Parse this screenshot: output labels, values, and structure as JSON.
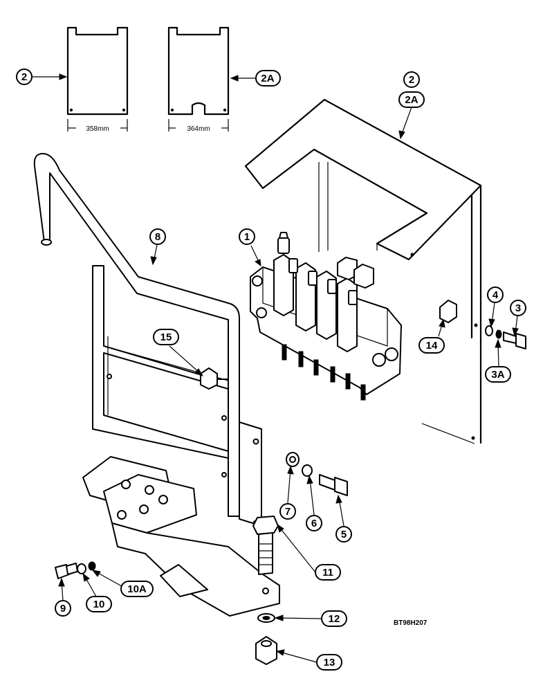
{
  "callouts": {
    "c1": "1",
    "c2_left": "2",
    "c2a_panel": "2A",
    "c2_top": "2",
    "c2a_top": "2A",
    "c3": "3",
    "c3a": "3A",
    "c4": "4",
    "c5": "5",
    "c6": "6",
    "c7": "7",
    "c8": "8",
    "c9": "9",
    "c10": "10",
    "c10a": "10A",
    "c11": "11",
    "c12": "12",
    "c13": "13",
    "c14": "14",
    "c15": "15"
  },
  "dimensions": {
    "panel_2_width": "358mm",
    "panel_2a_width": "364mm"
  },
  "figure_code": "BT98H207"
}
